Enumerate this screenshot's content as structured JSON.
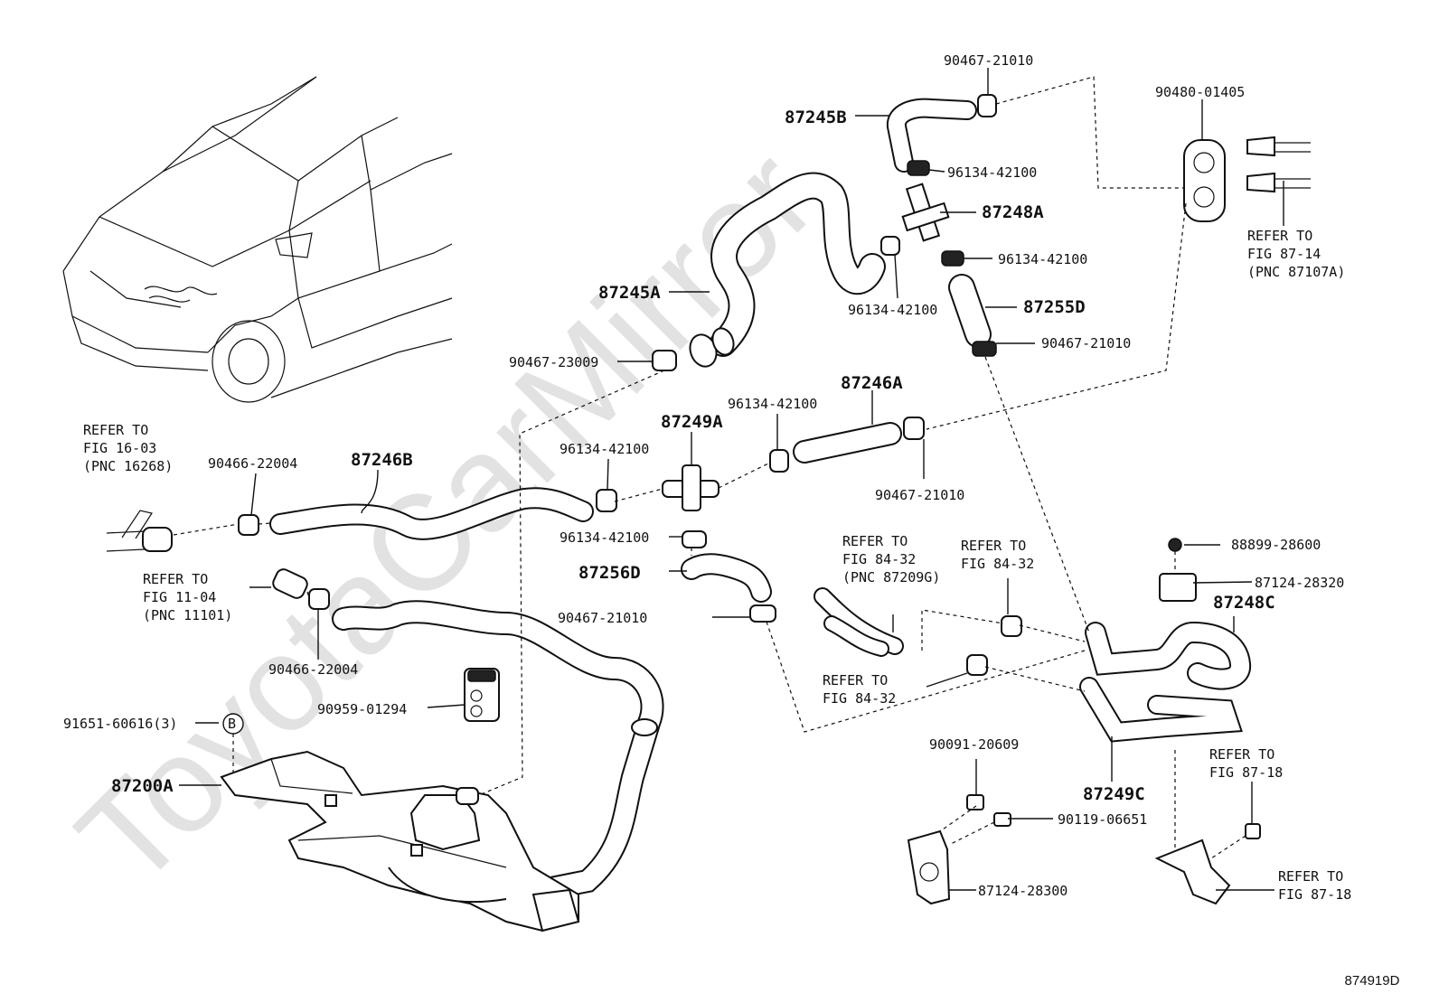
{
  "watermark": "ToyotaCarMirror",
  "figure_code": "874919D",
  "parts": {
    "p_87245B": "87245B",
    "p_87245A": "87245A",
    "p_87248A": "87248A",
    "p_87255D": "87255D",
    "p_87246A": "87246A",
    "p_87249A": "87249A",
    "p_87246B": "87246B",
    "p_87256D": "87256D",
    "p_87248C": "87248C",
    "p_87249C": "87249C",
    "p_87200A": "87200A",
    "c_90467_21010_top": "90467-21010",
    "c_90480_01405": "90480-01405",
    "c_96134_42100_a": "96134-42100",
    "c_96134_42100_b": "96134-42100",
    "c_96134_42100_c": "96134-42100",
    "c_96134_42100_d": "96134-42100",
    "c_96134_42100_e": "96134-42100",
    "c_96134_42100_f": "96134-42100",
    "c_90467_21010_mid": "90467-21010",
    "c_90467_23009": "90467-23009",
    "c_90467_21010_r": "90467-21010",
    "c_90466_22004_a": "90466-22004",
    "c_90466_22004_b": "90466-22004",
    "c_90467_21010_low": "90467-21010",
    "c_90959_01294": "90959-01294",
    "c_91651_60616": "91651-60616(3)",
    "c_88899_28600": "88899-28600",
    "c_87124_28320": "87124-28320",
    "c_90091_20609": "90091-20609",
    "c_90119_06651": "90119-06651",
    "c_87124_28300": "87124-28300",
    "callout_b": "B"
  },
  "refs": {
    "r1": [
      "REFER TO",
      "FIG 87-14",
      "(PNC 87107A)"
    ],
    "r2": [
      "REFER TO",
      "FIG 16-03",
      "(PNC 16268)"
    ],
    "r3": [
      "REFER TO",
      "FIG 11-04",
      "(PNC 11101)"
    ],
    "r4": [
      "REFER TO",
      "FIG 84-32",
      "(PNC 87209G)"
    ],
    "r5": [
      "REFER TO",
      "FIG 84-32"
    ],
    "r6": [
      "REFER TO",
      "FIG 84-32"
    ],
    "r7": [
      "REFER TO",
      "FIG 87-18"
    ],
    "r8": [
      "REFER TO",
      "FIG 87-18"
    ]
  }
}
